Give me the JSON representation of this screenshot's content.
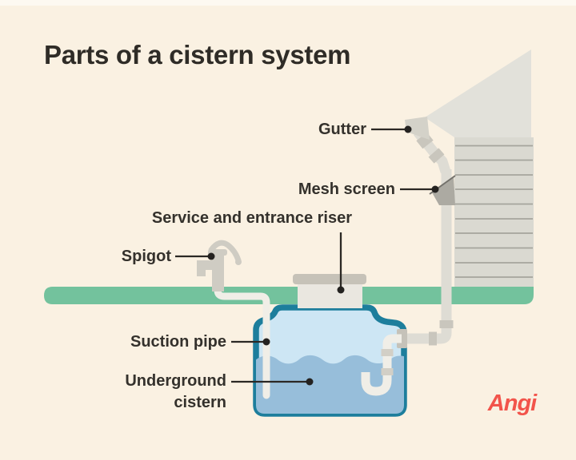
{
  "title": "Parts of a cistern system",
  "brand_logo": "Angi",
  "labels": {
    "gutter": "Gutter",
    "mesh_screen": "Mesh screen",
    "service_riser": "Service and entrance riser",
    "spigot": "Spigot",
    "suction_pipe": "Suction pipe",
    "underground_line1": "Underground",
    "underground_line2": "cistern"
  },
  "colors": {
    "background": "#FAF1E2",
    "ground_green": "#73C29D",
    "tank_teal": "#1D7E9C",
    "water_light": "#CDE6F4",
    "water_dark": "#97BEDA",
    "house_wall_gray": "#DAD9D1",
    "roof_gray": "#E2E1DA",
    "siding_line_gray": "#A5A49C",
    "pipe_white": "#F0EEE7",
    "pipe_gray": "#DEDCD4",
    "fitting_gray": "#C9C6BD",
    "metal_gray": "#CFCCC3",
    "leader_line": "#2B2824",
    "label_text": "#34312C",
    "title_text": "#2F2C27",
    "brand_red": "#F2544B"
  }
}
